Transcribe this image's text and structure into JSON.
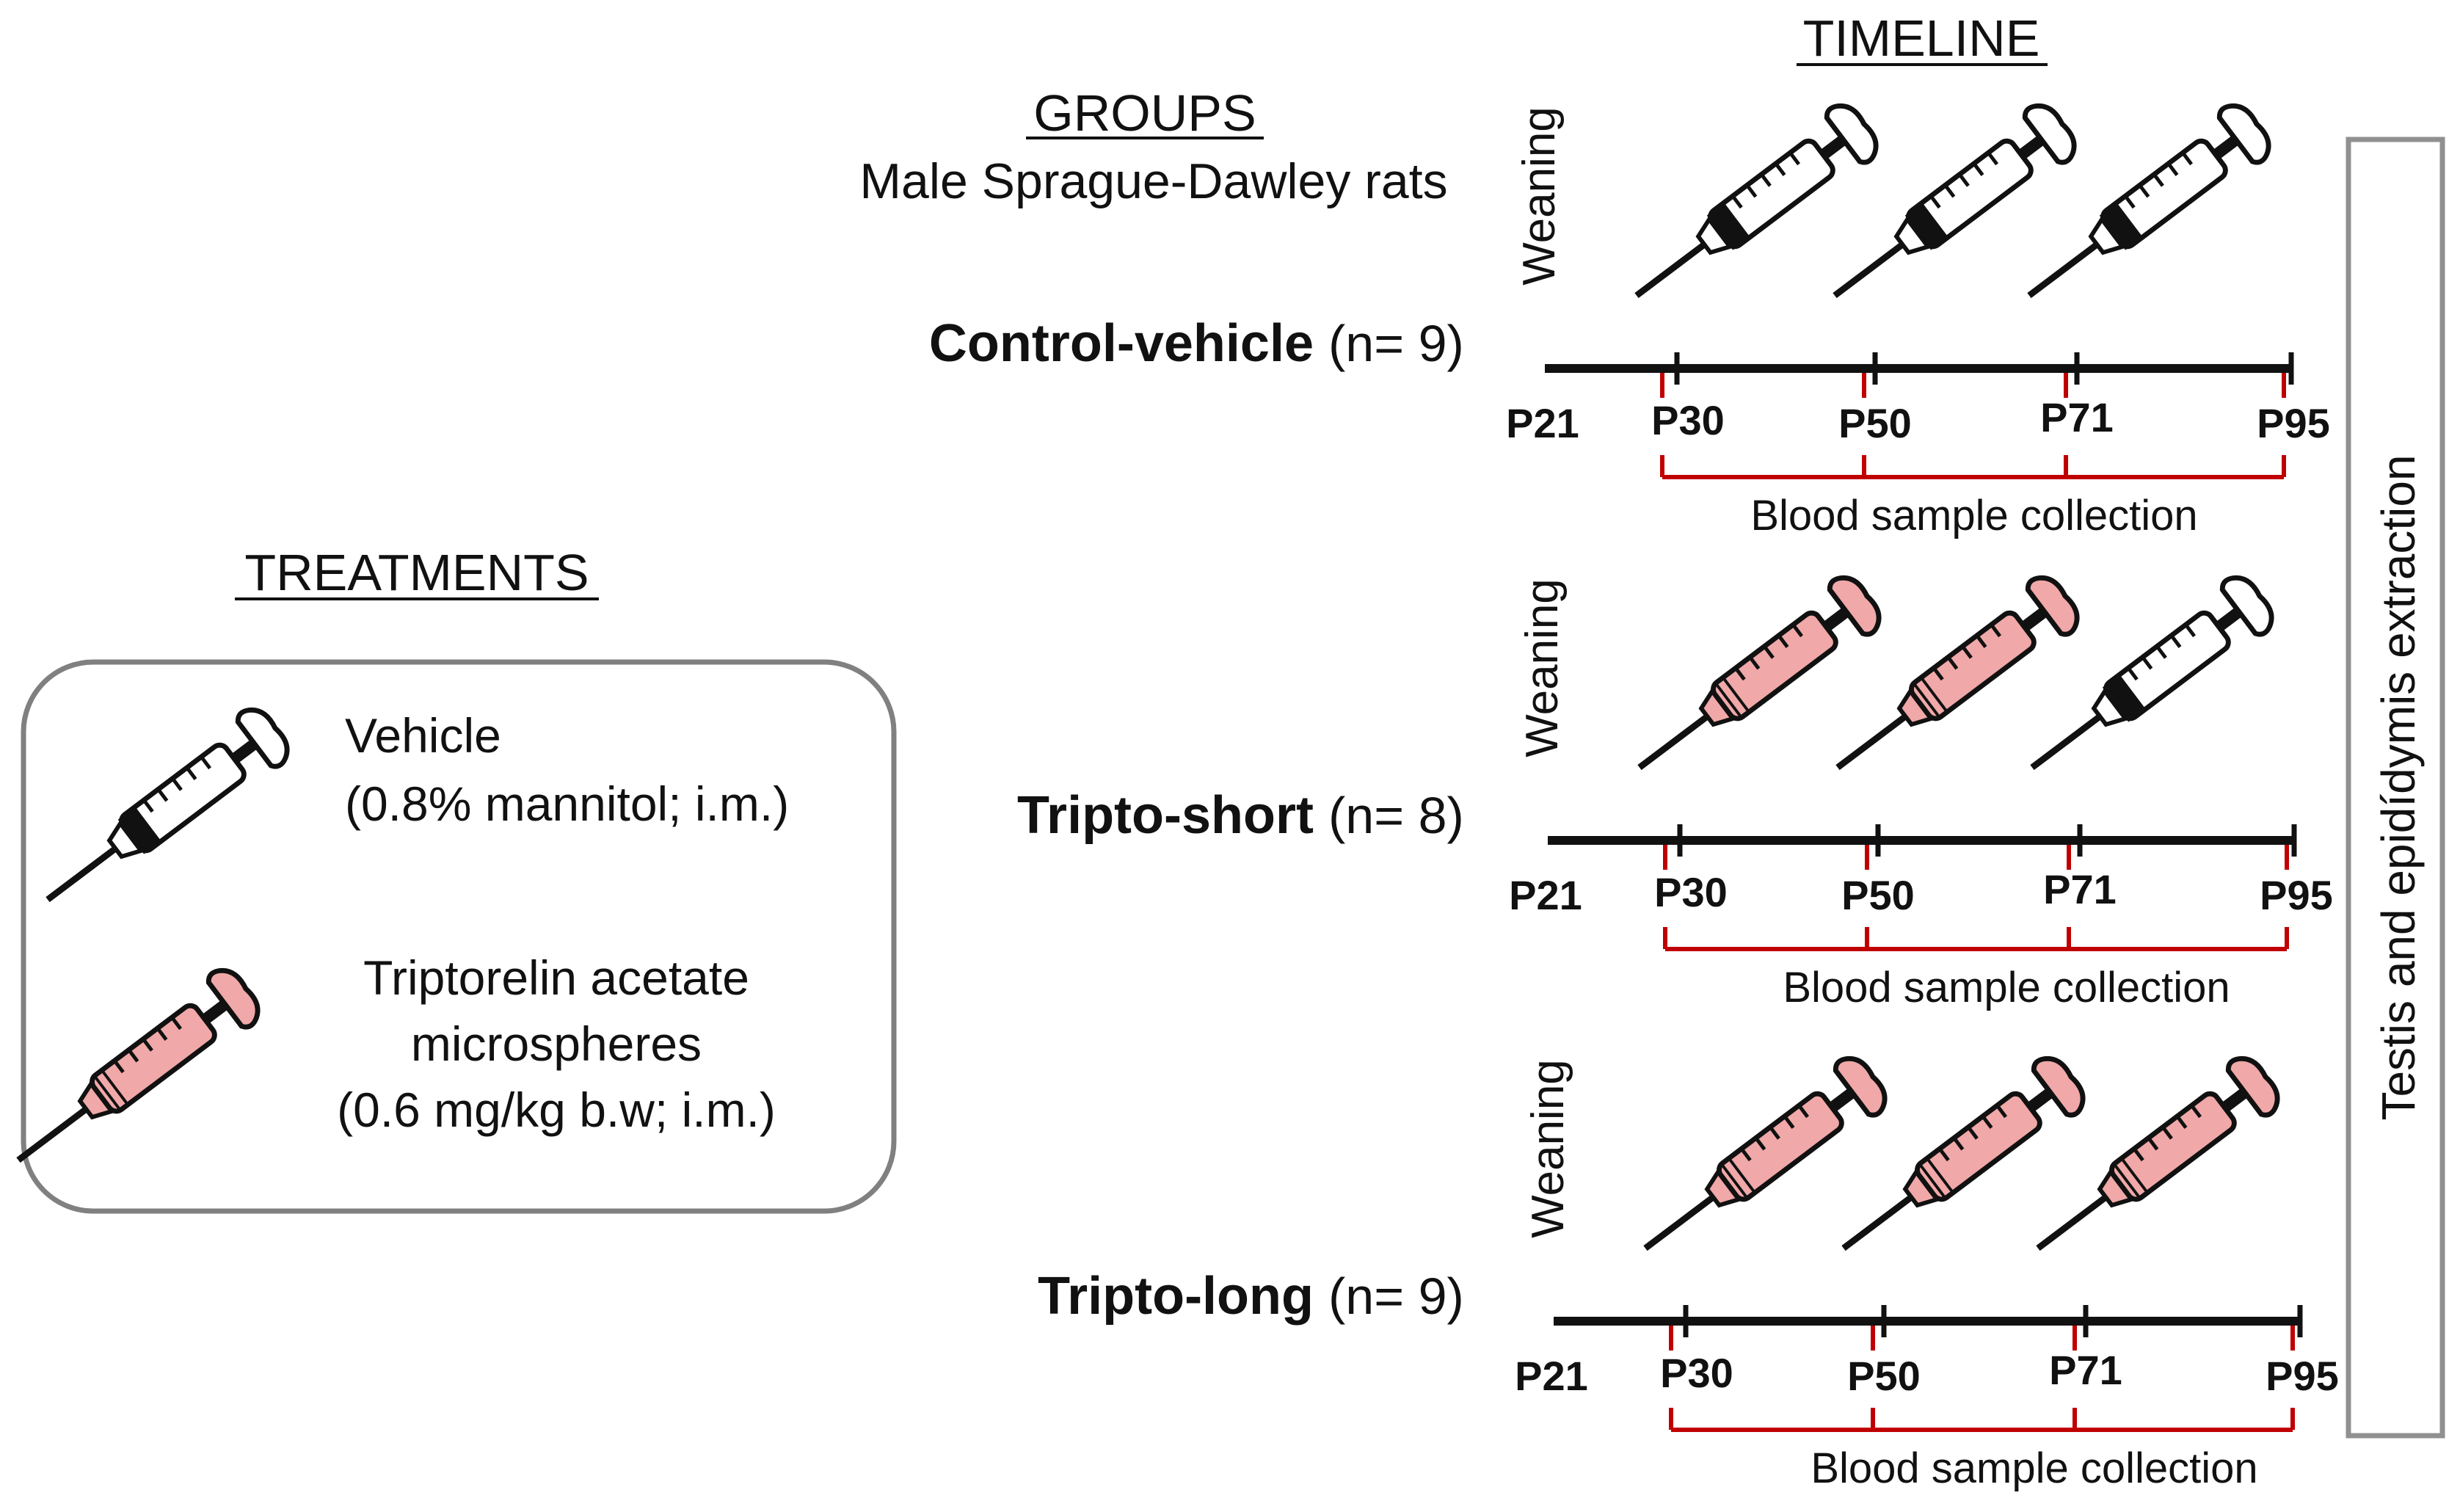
{
  "headers": {
    "groups": "GROUPS",
    "groups_sub": "Male Sprague-Dawley rats",
    "timeline": "TIMELINE",
    "treatments": "TREATMENTS"
  },
  "treatments": {
    "vehicle": {
      "line1": "Vehicle",
      "line2": "(0.8% mannitol; i.m.)",
      "icon": "syringe-white-icon"
    },
    "triptorelin": {
      "line1": "Triptorelin acetate",
      "line2": "microspheres",
      "line3": "(0.6 mg/kg b.w; i.m.)",
      "icon": "syringe-pink-icon"
    }
  },
  "weaning_label": "Weaning",
  "blood_label": "Blood sample collection",
  "side_label": "Testis and epidídymis extraction",
  "ticks": [
    "P21",
    "P30",
    "P50",
    "P71",
    "P95"
  ],
  "groups": [
    {
      "name": "Control-vehicle",
      "n": "(n= 9)",
      "syringes": [
        "white",
        "white",
        "white"
      ]
    },
    {
      "name": "Tripto-short",
      "n": "(n= 8)",
      "syringes": [
        "pink",
        "pink",
        "white"
      ]
    },
    {
      "name": "Tripto-long",
      "n": "(n= 9)",
      "syringes": [
        "pink",
        "pink",
        "pink"
      ]
    }
  ],
  "colors": {
    "pink": "#f0a8a8",
    "white": "#ffffff",
    "red_bracket": "#c00000",
    "axis": "#111111",
    "box_border": "#808080"
  }
}
